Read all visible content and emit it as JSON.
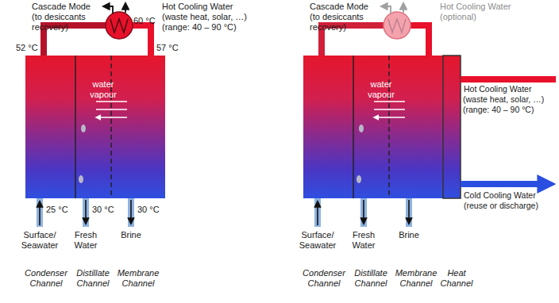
{
  "diagram": {
    "nodes": [
      {
        "text": [
          "water vapour"
        ]
      },
      {
        "text": [
          "water vapour"
        ]
      }
    ],
    "labels": [
      "Cascade Mode (to desiccants recovery)",
      "Hot Cooling Water",
      "(waste heat, solar, …) (range: 40 – 90 °C)",
      "60 °C",
      "52 °C",
      "57 °C",
      "25 °C",
      "30 °C",
      "30 °C",
      "Surface/ Seawater",
      "Fresh Water",
      "Brine",
      "Condenser Channel",
      "Distillate Channel",
      "Membrane Channel",
      "Cascade Mode (to desiccants recovery)",
      "Hot Cooling Water",
      "(optional)",
      "Hot Cooling Water",
      "(waste heat, solar, …) (range: 40 – 90 °C)",
      "Cold Cooling Water",
      "(reuse or discharge)",
      "Surface/ Seawater",
      "Fresh Water",
      "Brine",
      "Condenser Channel",
      "Distillate Channel",
      "Membrane Channel",
      "Heat Channel"
    ]
  }
}
